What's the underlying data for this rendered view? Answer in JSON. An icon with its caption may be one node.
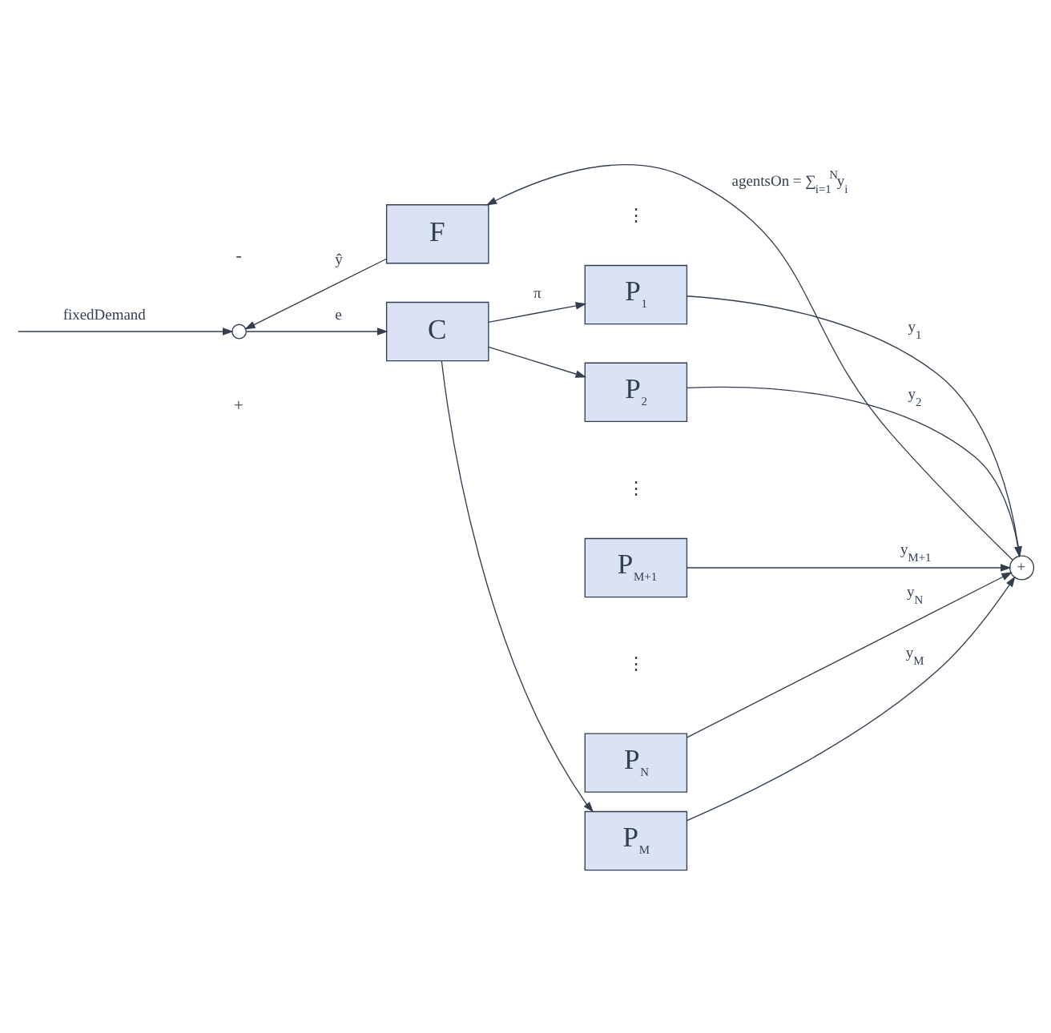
{
  "diagram": {
    "nodes": [
      {
        "text": [
          "F"
        ]
      },
      {
        "text": [],
        "shape": "circle"
      },
      {
        "text": [
          "C"
        ]
      },
      {
        "text": [
          "P$_{1}$"
        ]
      },
      {
        "text": [
          "+"
        ]
      },
      {
        "text": [
          "P$_{2}$"
        ]
      },
      {
        "text": [
          "P$_{M}$"
        ]
      },
      {
        "text": [
          "P$_{M+1}$"
        ]
      },
      {
        "text": [
          "P$_{N}$"
        ]
      }
    ],
    "edges": [
      {
        "from": null,
        "to": 1,
        "arrow": "to",
        "label": "fixedDemand"
      },
      {
        "from": 0,
        "to": 1,
        "arrow": "to",
        "label": "ŷ"
      },
      {
        "from": 1,
        "to": 2,
        "arrow": "to",
        "label": "e"
      },
      {
        "from": 2,
        "to": 3,
        "arrow": "to",
        "label": "π"
      },
      {
        "from": 2,
        "to": 5,
        "arrow": "to"
      },
      {
        "from": 2,
        "to": 6,
        "arrow": "to"
      },
      {
        "from": 3,
        "to": 4,
        "arrow": "to",
        "label": "y$_{1}$"
      },
      {
        "from": 5,
        "to": 4,
        "arrow": "to",
        "label": "y$_{2}$"
      },
      {
        "from": 6,
        "to": 4,
        "arrow": "to",
        "label": "y$_{M}$"
      },
      {
        "from": 7,
        "to": 4,
        "arrow": "to",
        "label": "y$_{M+1}$"
      },
      {
        "from": 8,
        "to": 4,
        "arrow": "to",
        "label": "y$_{N}$"
      },
      {
        "from": 4,
        "to": 0,
        "arrow": "to",
        "label": "agentsOn = ∑$_{i=1}$$^{N}$y$_{i}$"
      }
    ],
    "labels": [
      "-",
      "+",
      "⋮",
      "⋮",
      "⋮"
    ]
  }
}
